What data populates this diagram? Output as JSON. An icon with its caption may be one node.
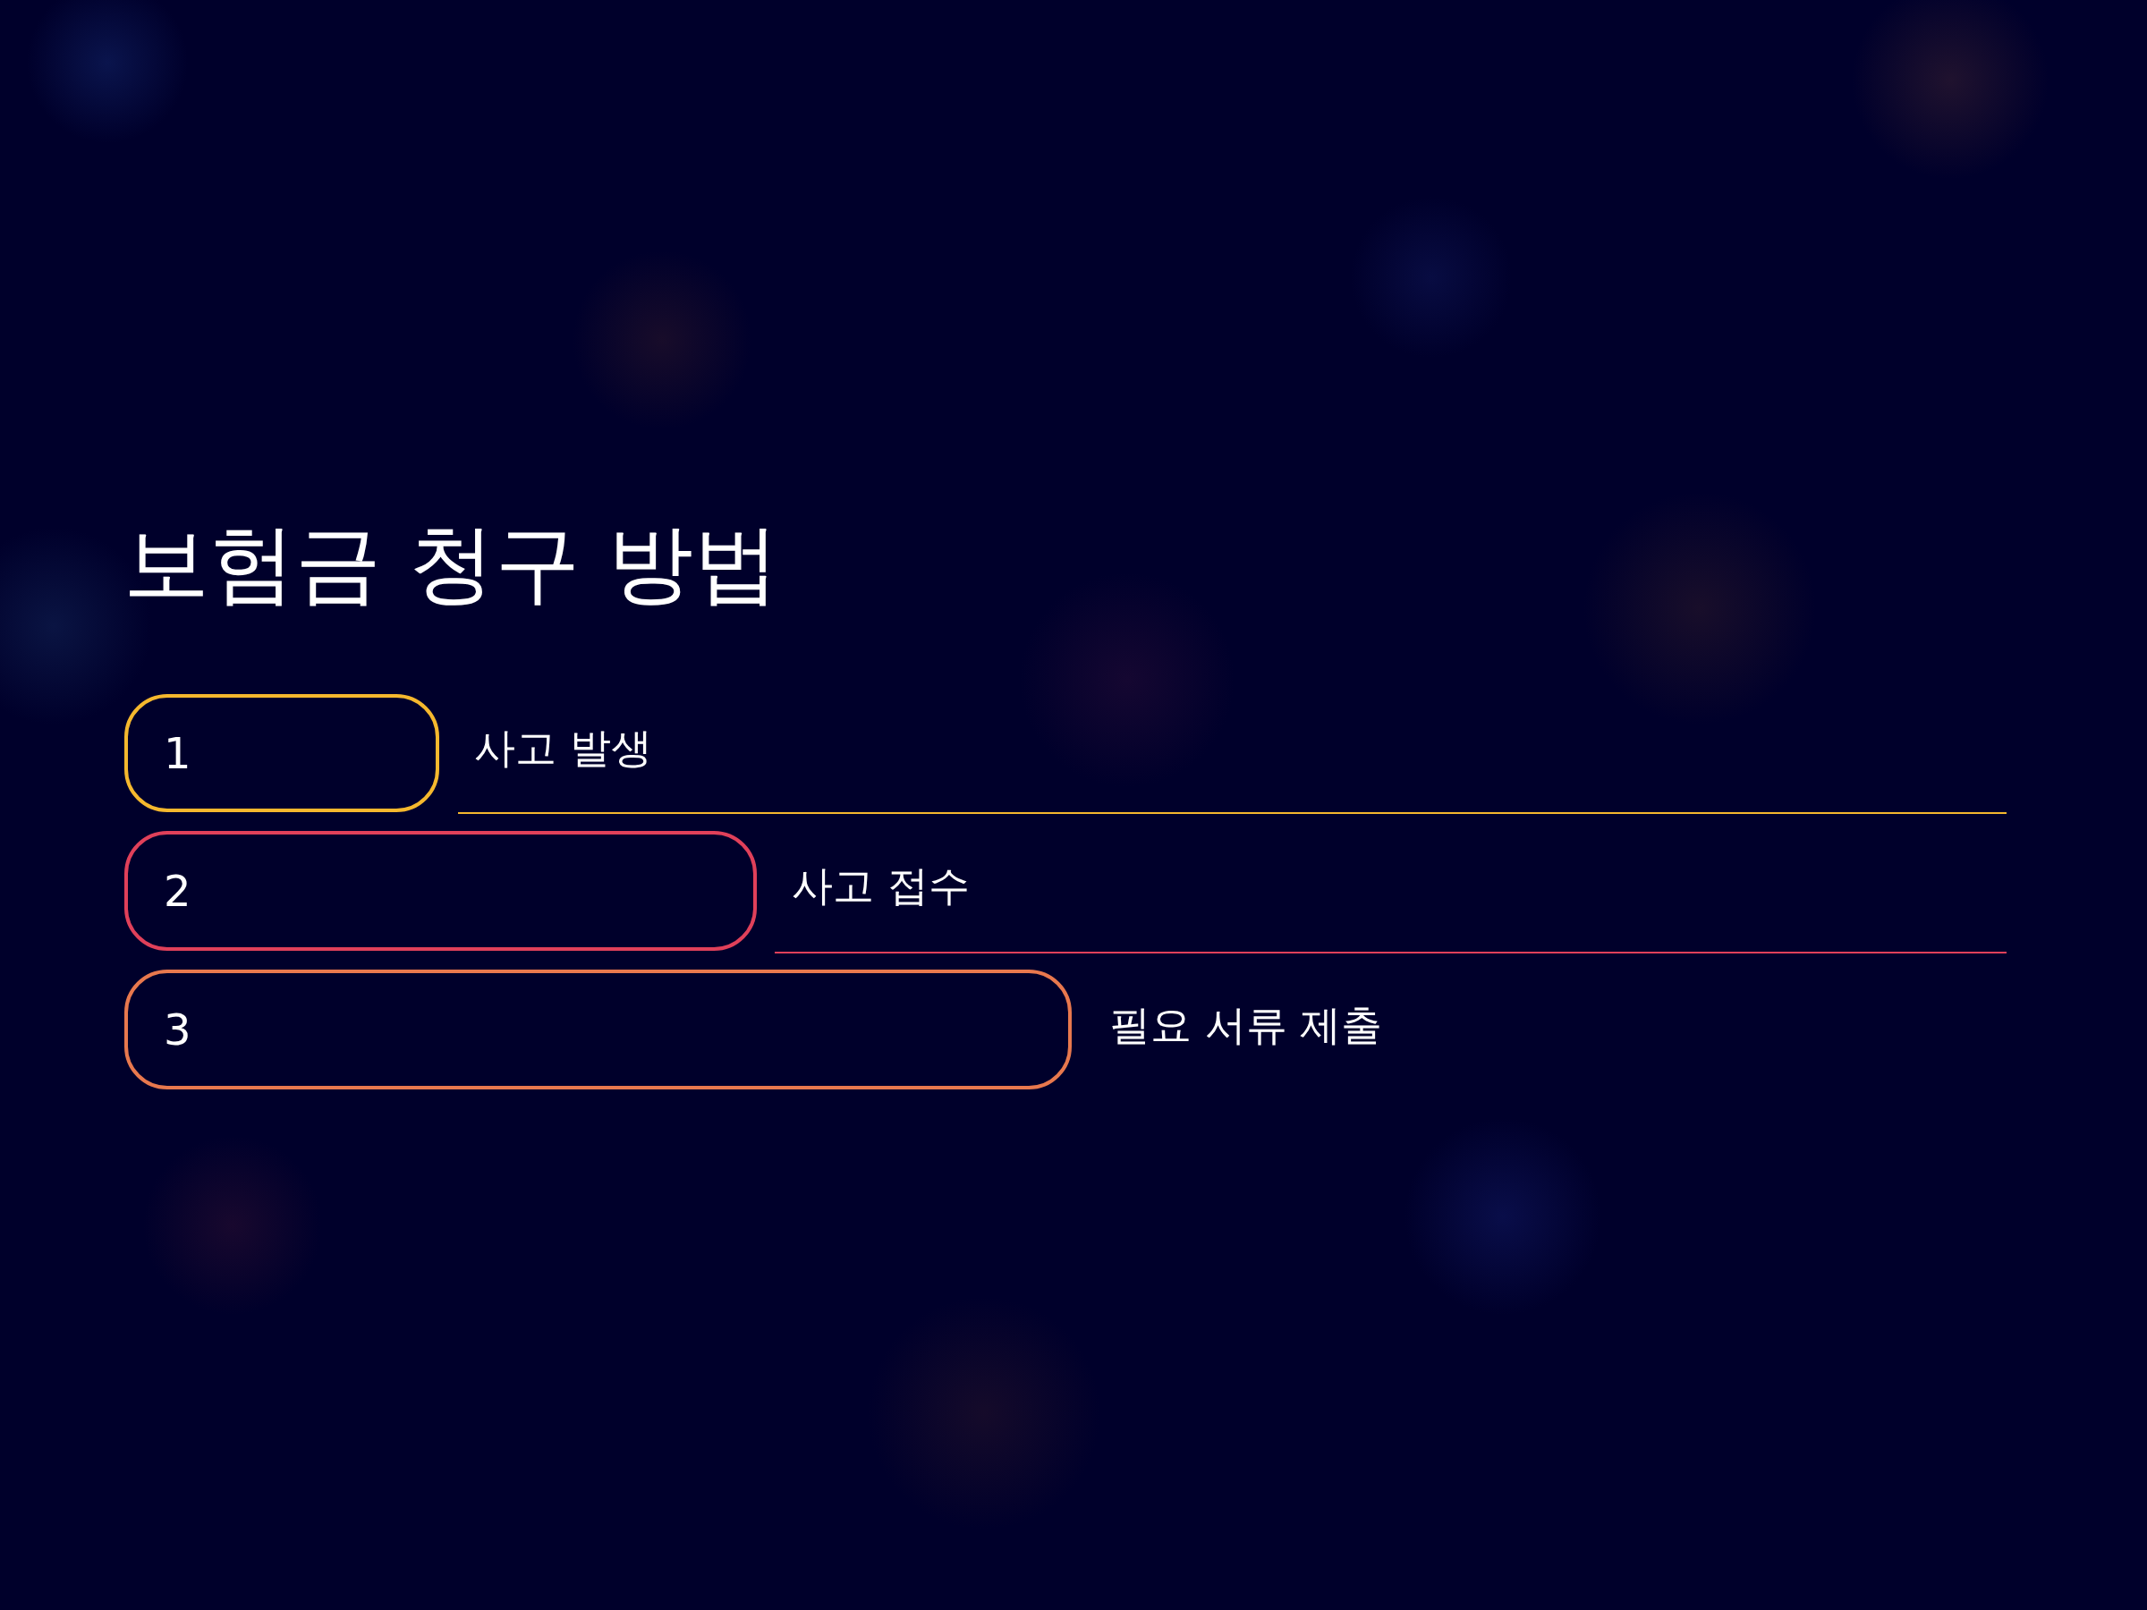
{
  "diagram": {
    "title": "보험금 청구 방법",
    "nodes": [
      {
        "text": [
          "1"
        ],
        "beside": [
          "사고 발생"
        ]
      },
      {
        "text": [
          "2"
        ],
        "beside": [
          "사고 접수"
        ]
      },
      {
        "text": [
          "3"
        ],
        "beside": [
          "필요 서류 제출"
        ]
      }
    ]
  }
}
